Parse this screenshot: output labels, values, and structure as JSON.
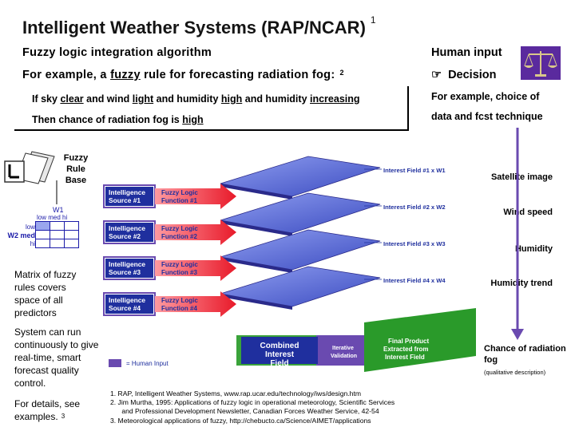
{
  "header": {
    "title": "Intelligent Weather Systems (RAP/NCAR)",
    "title_ref": "1"
  },
  "intro": {
    "line1": "Fuzzy logic integration algorithm",
    "line2_pre": "For example, a ",
    "line2_fuzzy": "fuzzy",
    "line2_post": " rule for forecasting radiation fog:",
    "line2_ref": "2"
  },
  "rule": {
    "if_1": "If sky ",
    "clear": "clear",
    "if_2": " and wind ",
    "light": "light",
    "if_3": " and humidity ",
    "high": "high",
    "if_4": " and humidity ",
    "increasing": "increasing",
    "then_1": "Then chance of radiation fog is ",
    "then_high": "high"
  },
  "right": {
    "human_input": "Human input",
    "decision": "Decision",
    "decision_icon": "pointing-hand-icon",
    "example_1": "For example, choice of",
    "example_2": "data and fcst technique",
    "scales_icon": "balance-scales-icon"
  },
  "rule_base": {
    "label_1": "Fuzzy",
    "label_2": "Rule",
    "label_3": "Base",
    "w1": "W1",
    "cols": "low med  hi",
    "rows": [
      "low",
      "W2 med",
      "hi"
    ]
  },
  "matrix_text": "Matrix of fuzzy rules covers space of all predictors",
  "system_text": "System can run continuously to give real-time, smart forecast quality control.",
  "details_text": "For details, see examples.",
  "details_ref": "3",
  "diagram": {
    "sources": [
      {
        "source": "Intelligence Source #1",
        "function": "Fuzzy Logic Function #1",
        "field": "Interest Field #1 x W1"
      },
      {
        "source": "Intelligence Source #2",
        "function": "Fuzzy Logic Function #2",
        "field": "Interest Field #2 x W2"
      },
      {
        "source": "Intelligence Source #3",
        "function": "Fuzzy Logic Function #3",
        "field": "Interest Field #3 x W3"
      },
      {
        "source": "Intelligence Source #4",
        "function": "Fuzzy Logic Function #4",
        "field": "Interest Field #4 x W4"
      }
    ],
    "combined": "Combined Interest Field",
    "iterative": "Iterative Validation",
    "final": "Final Product Extracted from Interest Field",
    "human_legend": "= Human Input",
    "colors": {
      "blue": "#1f2f9e",
      "red": "#e8202e",
      "green": "#3aa33a",
      "purple": "#6a4ab0",
      "field": "#6f7ee0"
    }
  },
  "inputs": {
    "satellite": "Satellite image",
    "wind": "Wind speed",
    "humidity": "Humidity",
    "humidity_trend": "Humidity trend",
    "chance": "Chance of radiation fog",
    "qualitative": "(qualitative description)"
  },
  "refs": [
    "1. RAP, Intelligent Weather Systems, www.rap.ucar.edu/technology/iws/design.htm",
    "2. Jim Murtha, 1995: Applications of fuzzy logic in operational meteorology, Scientific Services",
    "      and Professional Development Newsletter, Canadian Forces Weather Service, 42-54",
    "3. Meteorological applications of fuzzy, http://chebucto.ca/Science/AIMET/applications"
  ]
}
